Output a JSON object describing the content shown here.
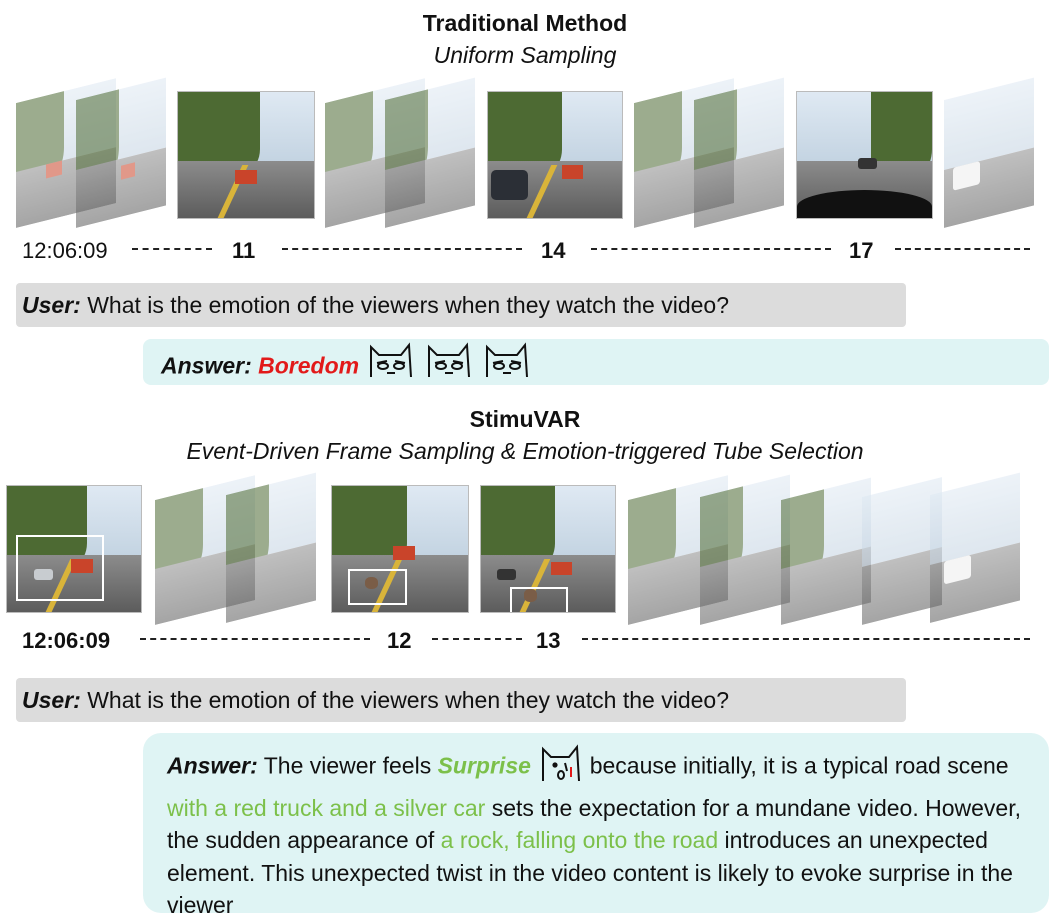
{
  "top": {
    "title": "Traditional Method",
    "subtitle": "Uniform Sampling",
    "timeline_ticks": [
      "12:06:09",
      "11",
      "14",
      "17"
    ],
    "user_label": "User:",
    "user_text": "What is the emotion of the viewers when they watch the video?",
    "answer_label": "Answer:",
    "answer_value": "Boredom",
    "answer_icon": "bored-cat-icon"
  },
  "bottom": {
    "title": "StimuVAR",
    "subtitle": "Event-Driven Frame Sampling & Emotion-triggered Tube Selection",
    "timeline_ticks": [
      "12:06:09",
      "12",
      "13"
    ],
    "user_label": "User:",
    "user_text": "What is the emotion of the viewers when they watch the video?",
    "answer_label": "Answer:",
    "answer_parts": {
      "p1": "The viewer feels",
      "emotion": "Surprise",
      "p2": "because initially, it is a typical road scene",
      "hl1": "with a red truck and a silver car",
      "p3": "sets the expectation for a mundane video. However, the sudden appearance of",
      "hl2": "a rock, falling onto the road",
      "p4": "introduces an unexpected element. This unexpected twist in the video content is likely to evoke surprise in the viewer"
    },
    "answer_icon": "surprised-cat-icon"
  },
  "colors": {
    "boredom": "#e21a1a",
    "surprise_highlight": "#7cc04a",
    "user_bar": "#dcdcdc",
    "answer_bar": "#dff4f4"
  }
}
